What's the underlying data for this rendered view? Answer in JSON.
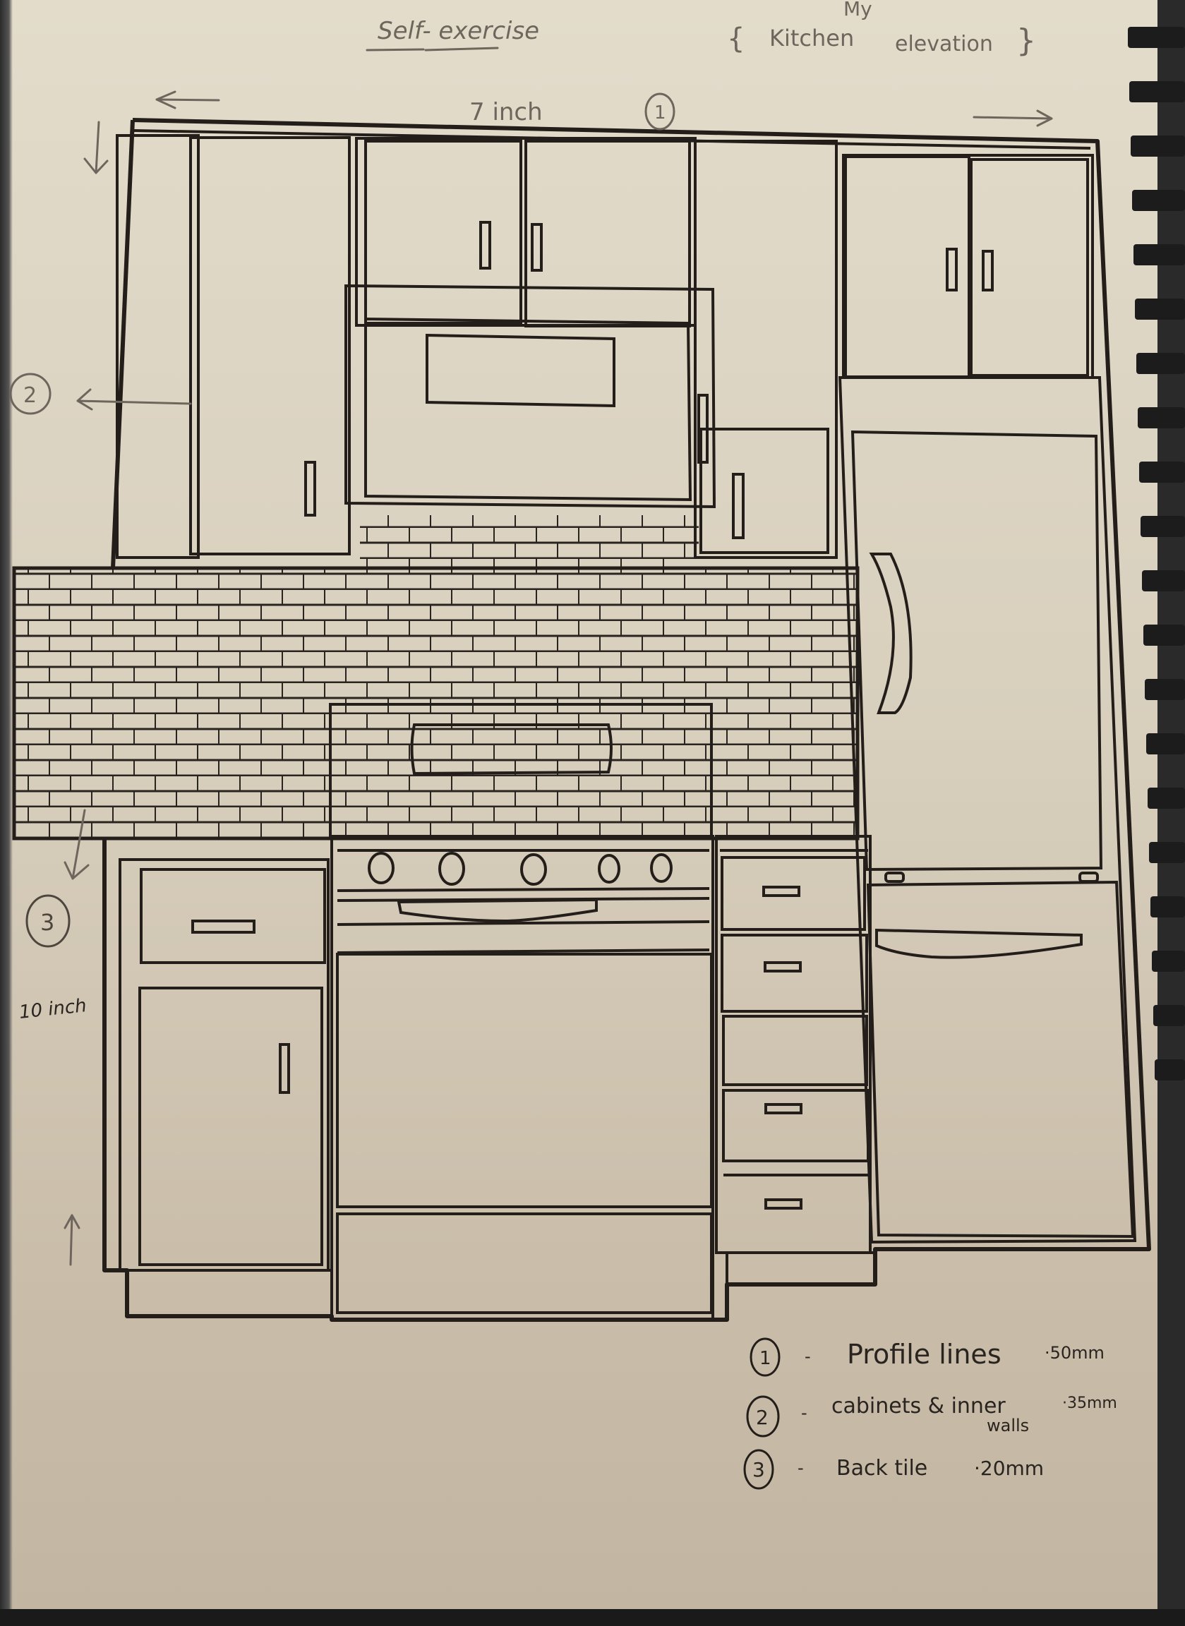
{
  "title": {
    "left": "Self- exercise",
    "right_open": "{",
    "right_kitchen": "Kitchen",
    "right_insert": "My",
    "right_elevation": "elevation",
    "right_close": "}"
  },
  "dimensions": {
    "width_label": "7 inch",
    "height_label": "10 inch"
  },
  "markers": {
    "one": "1",
    "two": "2",
    "three": "3"
  },
  "legend": {
    "items": [
      {
        "num": "1",
        "label": "Profile lines",
        "value": "·50mm"
      },
      {
        "num": "2",
        "label": "cabinets & inner",
        "label2": "walls",
        "value": "·35mm"
      },
      {
        "num": "3",
        "label": "Back tile",
        "value": "·20mm"
      }
    ]
  },
  "colors": {
    "paper": "#ddd4c2",
    "ink": "#241e1a",
    "pencil": "#6e665c",
    "spiral": "#1c1c1c"
  },
  "elements": {
    "upper_cabinets": [
      "left-tall-cabinet",
      "center-double-door-cabinet",
      "right-tall-cabinet",
      "fridge-top-cabinet"
    ],
    "appliances": [
      "microwave",
      "range-hood-panel",
      "stove-oven",
      "refrigerator"
    ],
    "base_cabinets": [
      "left-base-drawer",
      "left-base-door",
      "right-drawer-stack-4"
    ],
    "stove_knobs": 5
  }
}
